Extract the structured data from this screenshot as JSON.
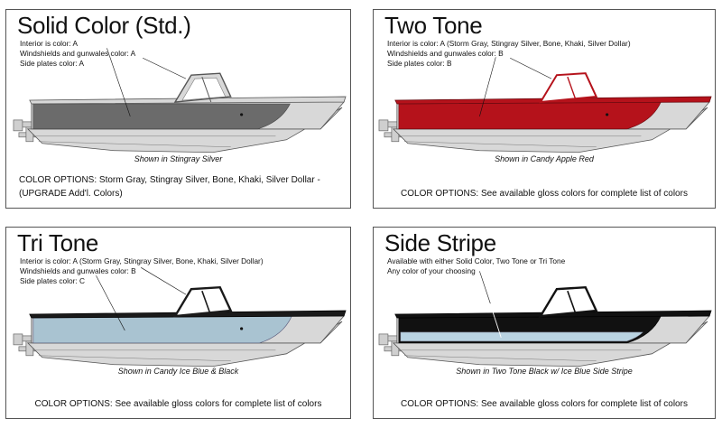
{
  "colors": {
    "hull_light": "#d8d8d8",
    "hull_outline": "#555555",
    "trailer": "#cfcfcf",
    "solid_side": "#6b6b6b",
    "two_tone_side": "#b5121b",
    "tri_tone_side": "#a9c3d1",
    "tri_tone_top": "#1a1a1a",
    "stripe_side": "#111111",
    "stripe_band": "#b9d3e2"
  },
  "panels": [
    {
      "title": "Solid Color (Std.)",
      "specs": [
        "Interior is color: A",
        "Windshields and gunwales color: A",
        "Side plates color: A"
      ],
      "caption": "Shown in Stingray Silver",
      "options": "COLOR OPTIONS: Storm Gray, Stingray Silver, Bone, Khaki, Silver Dollar - (UPGRADE Add'l. Colors)"
    },
    {
      "title": "Two Tone",
      "specs": [
        "Interior is color: A (Storm Gray, Stingray Silver, Bone, Khaki, Silver Dollar)",
        "Windshields and gunwales color: B",
        "Side plates color: B"
      ],
      "caption": "Shown in Candy Apple Red",
      "options": "COLOR OPTIONS: See available gloss colors for complete list of colors"
    },
    {
      "title": "Tri Tone",
      "specs": [
        "Interior is color: A (Storm Gray, Stingray Silver, Bone, Khaki, Silver Dollar)",
        "Windshields and gunwales color: B",
        "Side plates color: C"
      ],
      "caption": "Shown in Candy Ice Blue & Black",
      "options": "COLOR OPTIONS: See available gloss colors for complete list of colors"
    },
    {
      "title": "Side Stripe",
      "specs": [
        "Available with either Solid Color, Two Tone or Tri Tone",
        "Any color of your choosing"
      ],
      "caption": "Shown in Two Tone Black w/ Ice Blue Side Stripe",
      "options": "COLOR OPTIONS: See available gloss colors for complete list of colors"
    }
  ]
}
